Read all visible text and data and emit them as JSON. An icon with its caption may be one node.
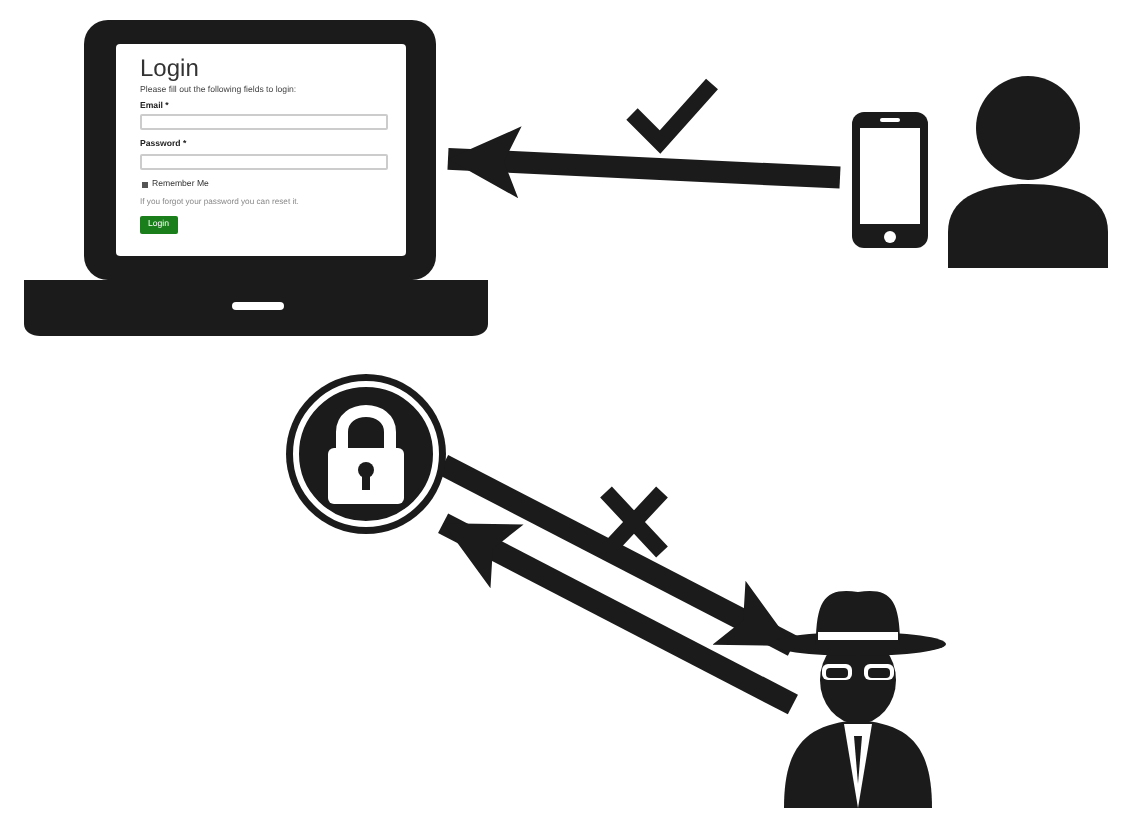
{
  "diagram": {
    "nodes": [
      {
        "text": [
          "Login",
          "Please fill out the following fields to login:",
          "Email *",
          "Password *",
          "Remember Me",
          "If you forgot your password you can reset it.",
          "Login"
        ]
      },
      {
        "text": [],
        "shape": "phone"
      },
      {
        "text": [],
        "shape": "person"
      },
      {
        "text": [],
        "shape": "lock"
      },
      {
        "text": [],
        "shape": "person"
      }
    ],
    "edges": [
      {
        "from": 1,
        "to": 0,
        "arrow": "to"
      },
      {
        "from": 3,
        "to": 4,
        "arrow": "to"
      },
      {
        "from": 4,
        "to": 3,
        "arrow": "to"
      }
    ]
  }
}
